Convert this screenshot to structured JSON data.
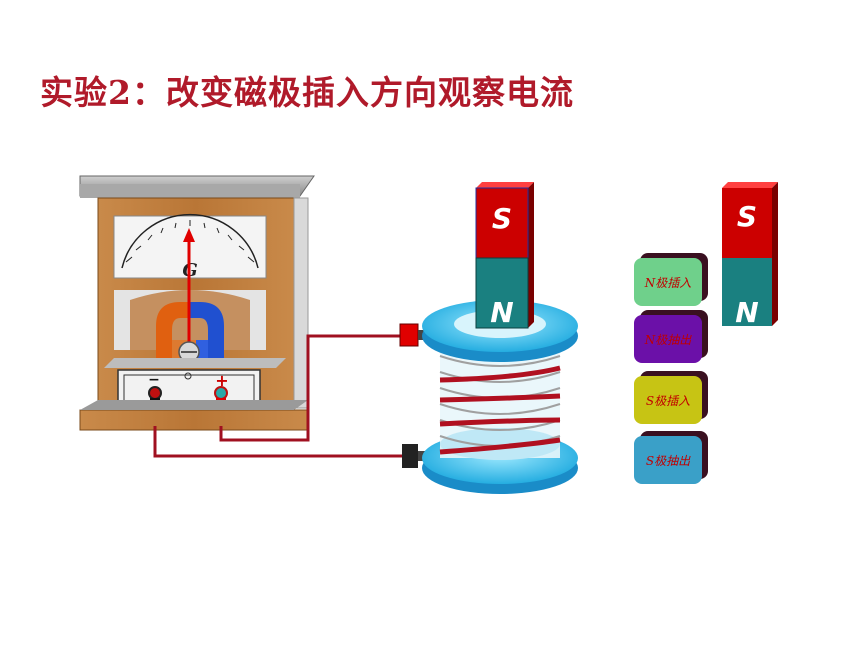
{
  "title": "实验2：改变磁极插入方向观察电流",
  "galvanometer": {
    "symbol": "G",
    "minus": "−",
    "plus": "+"
  },
  "magnets": [
    {
      "top_pole": "S",
      "bottom_pole": "N"
    },
    {
      "top_pole": "S",
      "bottom_pole": "N"
    }
  ],
  "buttons": [
    {
      "label": "N极插入",
      "color": "#6fd08b"
    },
    {
      "label": "N极抽出",
      "color": "#6b10a8"
    },
    {
      "label": "S极插入",
      "color": "#c7c414"
    },
    {
      "label": "S极抽出",
      "color": "#3aa0c8"
    }
  ],
  "colors": {
    "title": "#b01a2a",
    "wire": "#a01020",
    "coil": "#33bde8",
    "magnet_red": "#cc0000",
    "magnet_teal": "#1a8080"
  }
}
